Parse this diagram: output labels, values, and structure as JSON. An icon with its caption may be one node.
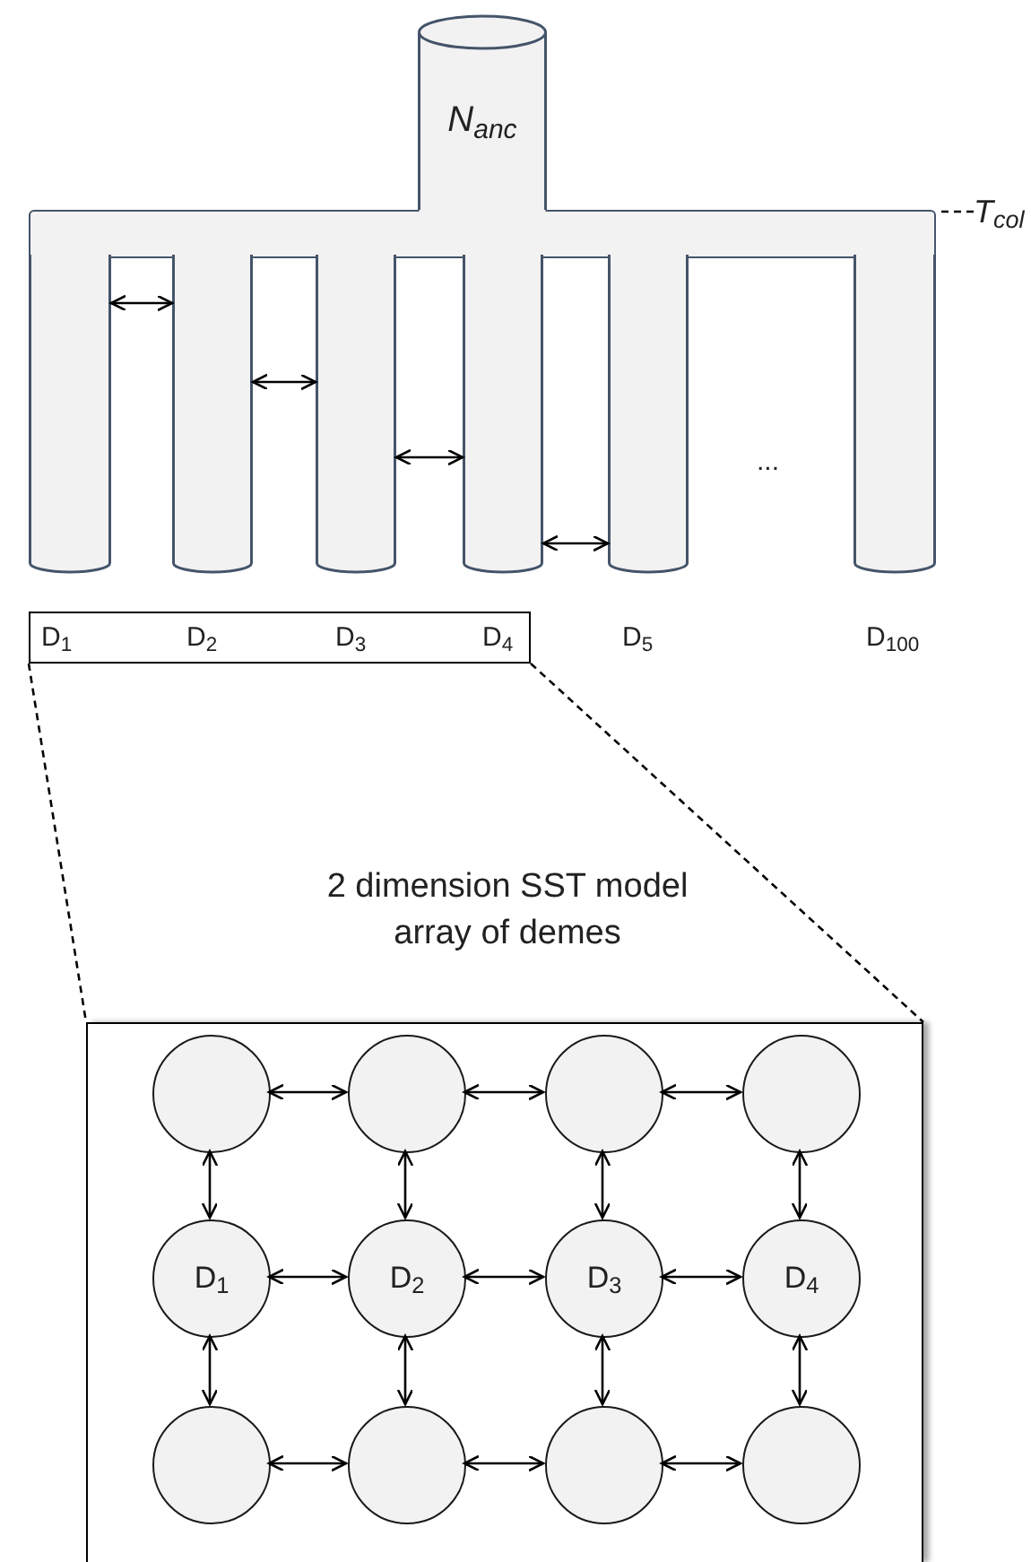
{
  "diagram": {
    "nodes": [
      {
        "text": [
          "N$_{anc}$"
        ]
      },
      {
        "text": [],
        "shape": "bar"
      },
      {
        "text": [],
        "shape": "cylinder"
      },
      {
        "text": [],
        "shape": "cylinder"
      },
      {
        "text": [],
        "shape": "cylinder"
      },
      {
        "text": [],
        "shape": "cylinder"
      },
      {
        "text": [],
        "shape": "cylinder",
        "beside": [
          "D$_{5}$"
        ]
      },
      {
        "text": [],
        "shape": "cylinder",
        "beside": [
          "D$_{100}$"
        ]
      },
      {
        "text": [
          "D$_{1}$",
          "D$_{2}$",
          "D$_{3}$",
          "D$_{4}$"
        ]
      },
      {
        "text": [
          "T$_{col}$"
        ]
      },
      {
        "text": [],
        "shape": "box"
      },
      {
        "text": [],
        "shape": "circle",
        "in": 10
      },
      {
        "text": [],
        "shape": "circle",
        "in": 10
      },
      {
        "text": [],
        "shape": "circle",
        "in": 10
      },
      {
        "text": [],
        "shape": "circle",
        "in": 10
      },
      {
        "text": [
          "D$_{1}$"
        ],
        "in": 10
      },
      {
        "text": [
          "D$_{2}$"
        ],
        "in": 10
      },
      {
        "text": [
          "D$_{3}$"
        ],
        "in": 10
      },
      {
        "text": [
          "D$_{4}$"
        ],
        "in": 10
      },
      {
        "text": [],
        "shape": "circle",
        "in": 10
      },
      {
        "text": [],
        "shape": "circle",
        "in": 10
      },
      {
        "text": [],
        "shape": "circle",
        "in": 10
      },
      {
        "text": [],
        "shape": "circle",
        "in": 10
      }
    ],
    "edges": [
      {
        "from": 9,
        "to": 1,
        "arrow": "none",
        "style": "dashed"
      },
      {
        "from": 2,
        "to": 3,
        "arrow": "both"
      },
      {
        "from": 3,
        "to": 4,
        "arrow": "both"
      },
      {
        "from": 4,
        "to": 5,
        "arrow": "both"
      },
      {
        "from": 5,
        "to": 6,
        "arrow": "both"
      },
      {
        "from": 8,
        "to": 10,
        "arrow": "none",
        "style": "dashed"
      },
      {
        "from": 8,
        "to": 10,
        "arrow": "none",
        "style": "dashed"
      },
      {
        "from": 11,
        "to": 12,
        "arrow": "both"
      },
      {
        "from": 12,
        "to": 13,
        "arrow": "both"
      },
      {
        "from": 13,
        "to": 14,
        "arrow": "both"
      },
      {
        "from": 15,
        "to": 16,
        "arrow": "both"
      },
      {
        "from": 16,
        "to": 17,
        "arrow": "both"
      },
      {
        "from": 17,
        "to": 18,
        "arrow": "both"
      },
      {
        "from": 19,
        "to": 20,
        "arrow": "both"
      },
      {
        "from": 20,
        "to": 21,
        "arrow": "both"
      },
      {
        "from": 21,
        "to": 22,
        "arrow": "both"
      },
      {
        "from": 11,
        "to": 15,
        "arrow": "both"
      },
      {
        "from": 15,
        "to": 19,
        "arrow": "both"
      },
      {
        "from": 12,
        "to": 16,
        "arrow": "both"
      },
      {
        "from": 16,
        "to": 20,
        "arrow": "both"
      },
      {
        "from": 13,
        "to": 17,
        "arrow": "both"
      },
      {
        "from": 17,
        "to": 21,
        "arrow": "both"
      },
      {
        "from": 14,
        "to": 18,
        "arrow": "both"
      },
      {
        "from": 18,
        "to": 22,
        "arrow": "both"
      }
    ],
    "labels": [
      "...",
      "2 dimension SST model array of demes"
    ]
  }
}
